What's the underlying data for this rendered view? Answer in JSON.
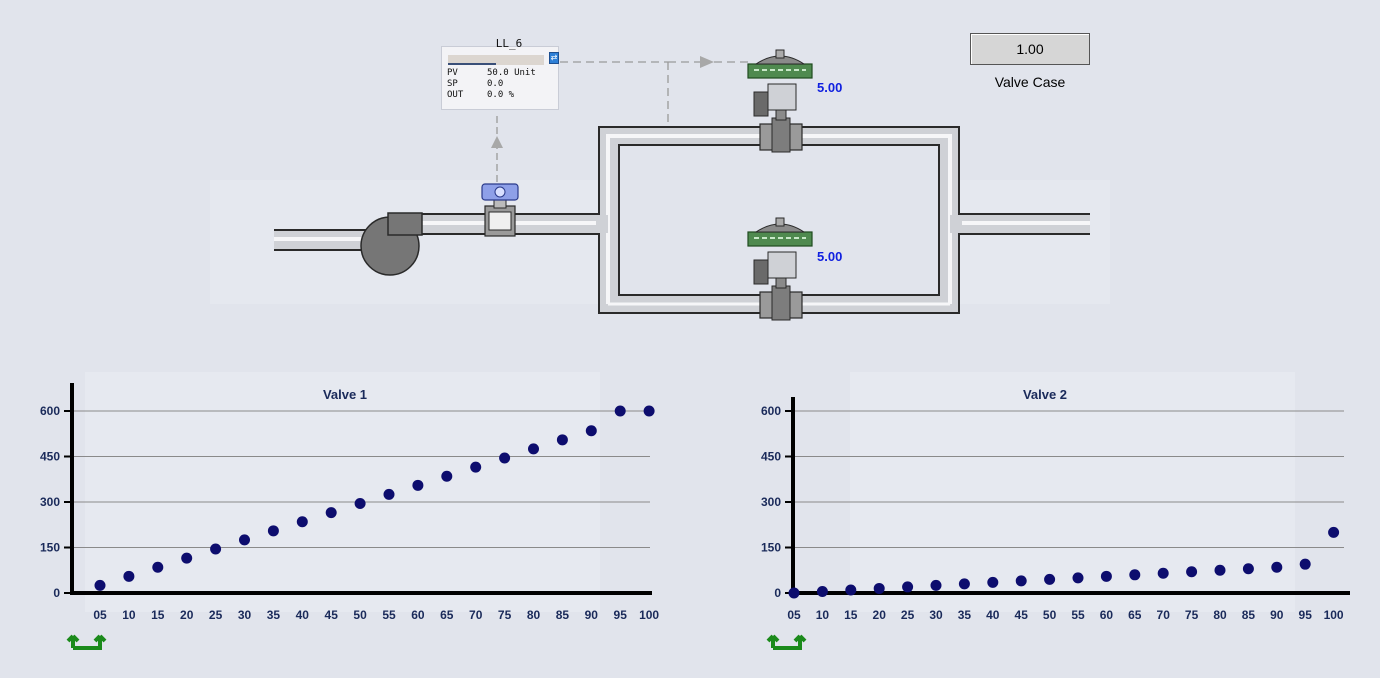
{
  "valve_case": {
    "value": "1.00",
    "label": "Valve Case"
  },
  "controller": {
    "tag": "LL_6",
    "button_glyph": "⇄",
    "output_fraction": 0.5,
    "rows": [
      {
        "key": "PV",
        "value": "50.0 Unit"
      },
      {
        "key": "SP",
        "value": "0.0"
      },
      {
        "key": "OUT",
        "value": "0.0 %"
      }
    ]
  },
  "valves": {
    "valve1_value": "5.00",
    "valve2_value": "5.00"
  },
  "colors": {
    "pipe": "#cfd1d6",
    "pipe_edge": "#2a2a2a",
    "marker": "#0d0d6e",
    "signal_line": "#9a9a9a",
    "actuator": "#4f8a4f",
    "reset_arrow": "#1b8a1b"
  },
  "chart_data": [
    {
      "type": "scatter",
      "title": "Valve 1",
      "categories": [
        "05",
        "10",
        "15",
        "20",
        "25",
        "30",
        "35",
        "40",
        "45",
        "50",
        "55",
        "60",
        "65",
        "70",
        "75",
        "80",
        "85",
        "90",
        "95",
        "100"
      ],
      "values": [
        25,
        55,
        85,
        115,
        145,
        175,
        205,
        235,
        265,
        295,
        325,
        355,
        385,
        415,
        445,
        475,
        505,
        535,
        600,
        600
      ],
      "yticks": [
        "0",
        "150",
        "300",
        "450",
        "600"
      ],
      "ylim": [
        0,
        600
      ],
      "grid": true,
      "reset_icon": "green-return-arrows-icon"
    },
    {
      "type": "scatter",
      "title": "Valve 2",
      "categories": [
        "05",
        "10",
        "15",
        "20",
        "25",
        "30",
        "35",
        "40",
        "45",
        "50",
        "55",
        "60",
        "65",
        "70",
        "75",
        "80",
        "85",
        "90",
        "95",
        "100"
      ],
      "values": [
        0,
        5,
        10,
        15,
        20,
        25,
        30,
        35,
        40,
        45,
        50,
        55,
        60,
        65,
        70,
        75,
        80,
        85,
        95,
        200
      ],
      "yticks": [
        "0",
        "150",
        "300",
        "450",
        "600"
      ],
      "ylim": [
        0,
        600
      ],
      "grid": true,
      "reset_icon": "green-return-arrows-icon"
    }
  ]
}
